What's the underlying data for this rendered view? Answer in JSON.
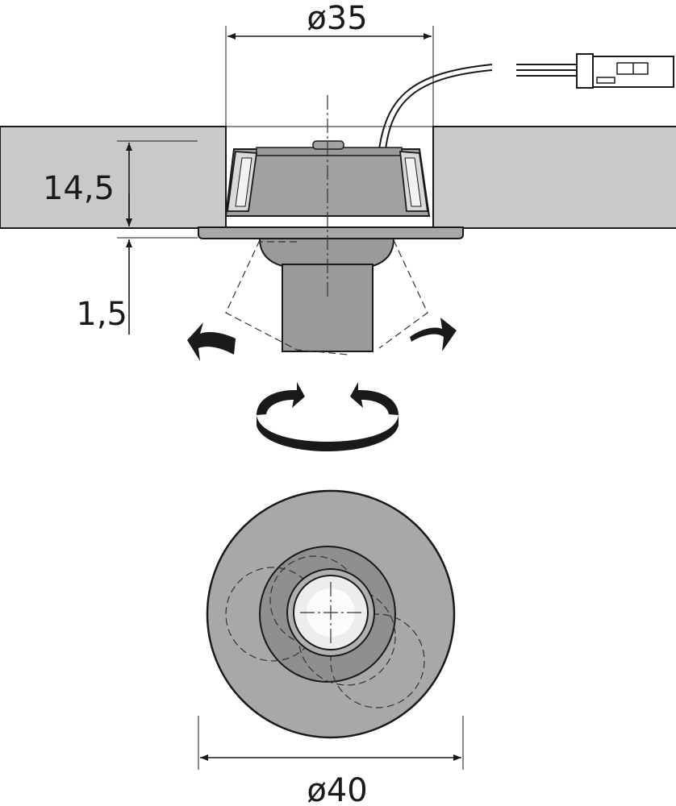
{
  "dimensions": {
    "cutout_diameter": "ø35",
    "panel_thickness": "14,5",
    "flange_thickness": "1,5",
    "flange_diameter": "ø40"
  },
  "colors": {
    "panel": "#c9c9ca",
    "body": "#9a9a9b",
    "flange": "#a8a8a9",
    "lens": "#ededed",
    "line": "#1a1a1a"
  }
}
